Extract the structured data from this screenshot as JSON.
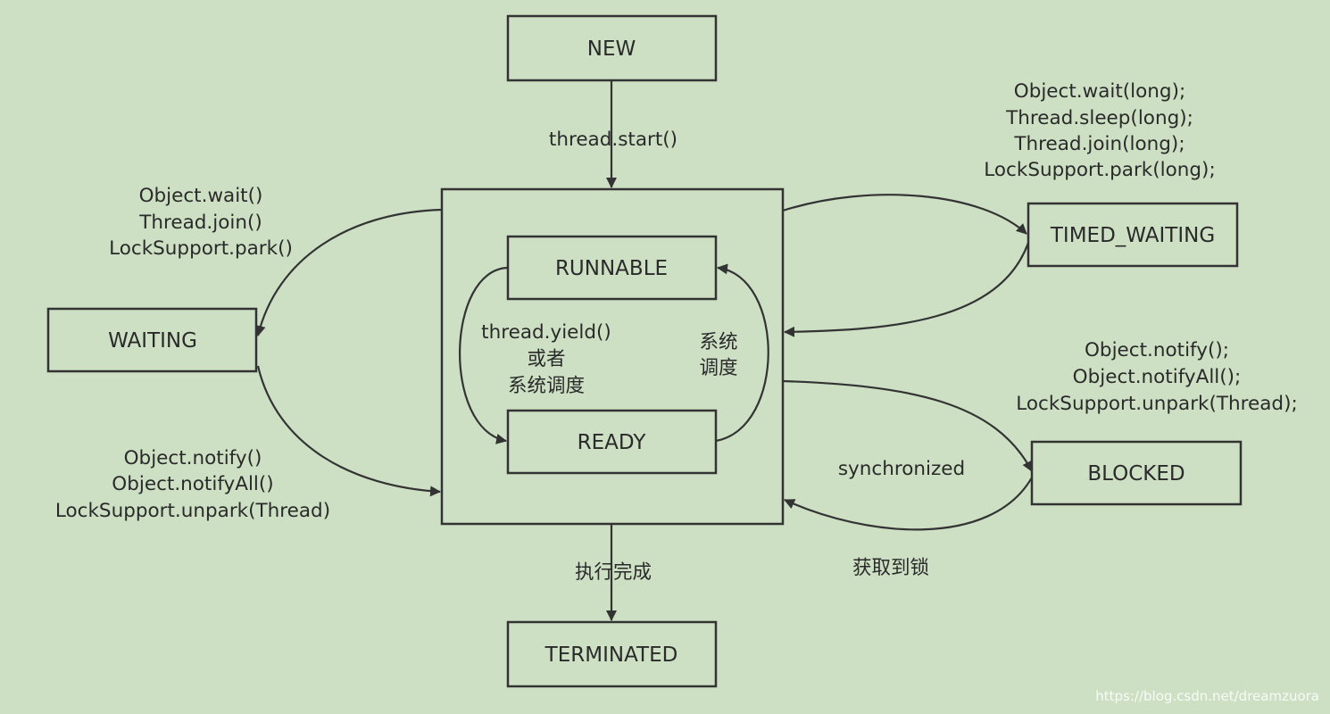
{
  "states": {
    "new": "NEW",
    "runnable": "RUNNABLE",
    "ready": "READY",
    "waiting": "WAITING",
    "timed_waiting": "TIMED_WAITING",
    "blocked": "BLOCKED",
    "terminated": "TERMINATED"
  },
  "transitions": {
    "start": "thread.start()",
    "to_waiting": [
      "Object.wait()",
      "Thread.join()",
      "LockSupport.park()"
    ],
    "from_waiting": [
      "Object.notify()",
      "Object.notifyAll()",
      "LockSupport.unpark(Thread)"
    ],
    "to_timed_waiting": [
      "Object.wait(long);",
      "Thread.sleep(long);",
      "Thread.join(long);",
      "LockSupport.park(long);"
    ],
    "to_blocked_notify": [
      "Object.notify();",
      "Object.notifyAll();",
      "LockSupport.unpark(Thread);"
    ],
    "synchronized": "synchronized",
    "acquire_lock": "获取到锁",
    "yield": [
      "thread.yield()",
      "或者",
      "系统调度"
    ],
    "schedule": [
      "系统",
      "调度"
    ],
    "finished": "执行完成"
  },
  "watermark": "https://blog.csdn.net/dreamzuora"
}
